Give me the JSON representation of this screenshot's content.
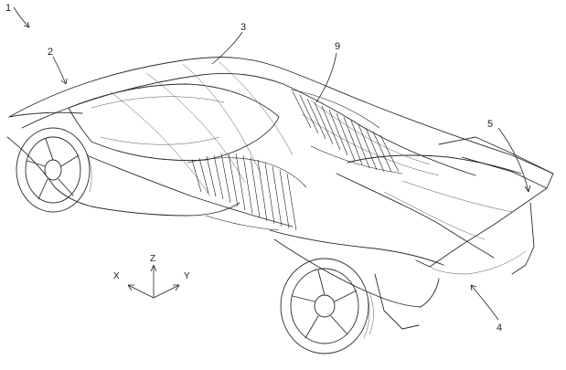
{
  "figure": {
    "reference_numerals": [
      "1",
      "2",
      "3",
      "9",
      "5",
      "4"
    ],
    "axes": {
      "z": "Z",
      "x": "X",
      "y": "Y"
    }
  }
}
